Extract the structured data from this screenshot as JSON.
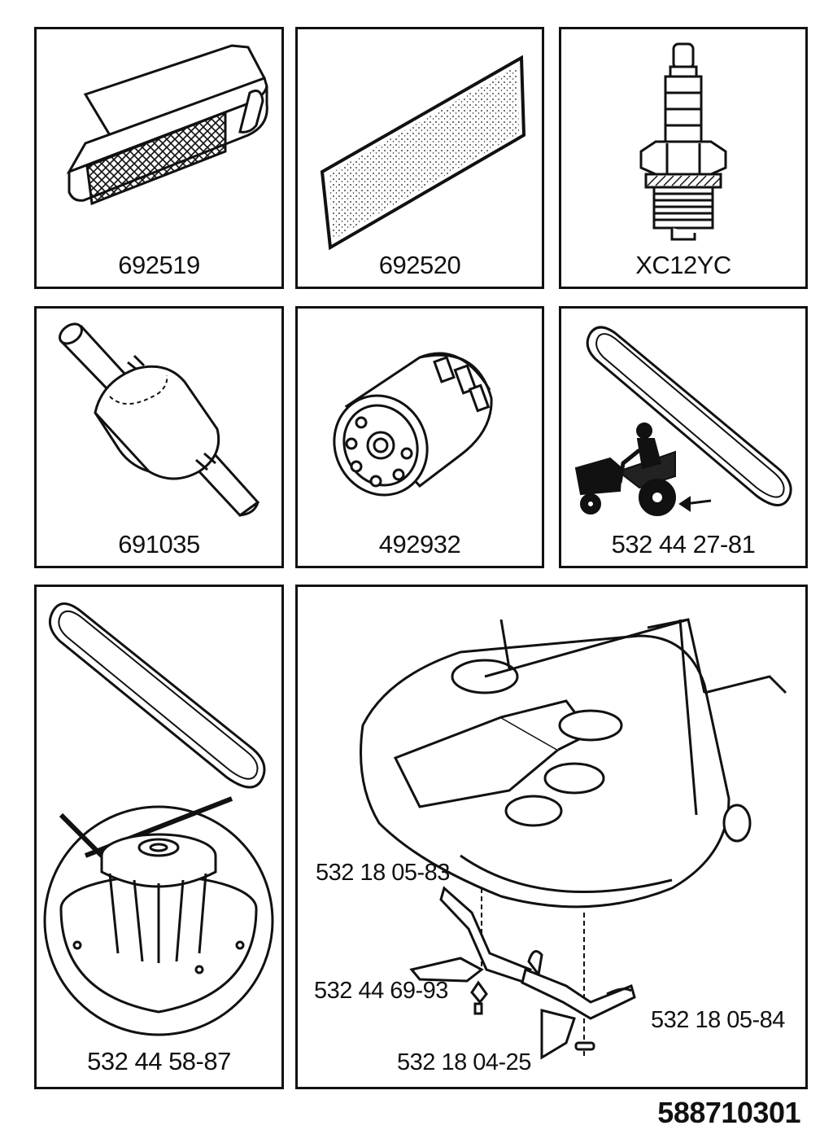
{
  "panels": [
    {
      "id": "air-filter",
      "part_number": "692519",
      "icon": "air-filter-icon"
    },
    {
      "id": "pre-filter",
      "part_number": "692520",
      "icon": "foam-pre-filter-icon"
    },
    {
      "id": "spark-plug",
      "part_number": "XC12YC",
      "icon": "spark-plug-icon"
    },
    {
      "id": "fuel-filter",
      "part_number": "691035",
      "icon": "fuel-filter-icon"
    },
    {
      "id": "oil-filter",
      "part_number": "492932",
      "icon": "oil-filter-icon"
    },
    {
      "id": "drive-belt",
      "part_number": "532 44 27-81",
      "icon": "drive-belt-icon"
    },
    {
      "id": "deck-belt",
      "part_number": "532 44 58-87",
      "icon": "deck-belt-pulley-icon"
    },
    {
      "id": "mower-deck",
      "icon": "mower-deck-blades-icon",
      "callouts": {
        "blade_left": "532 18 05-83",
        "bolt": "532 44 69-93",
        "blade_right": "532 18 05-84",
        "adapter": "532 18 04-25"
      }
    }
  ],
  "document_number": "588710301"
}
